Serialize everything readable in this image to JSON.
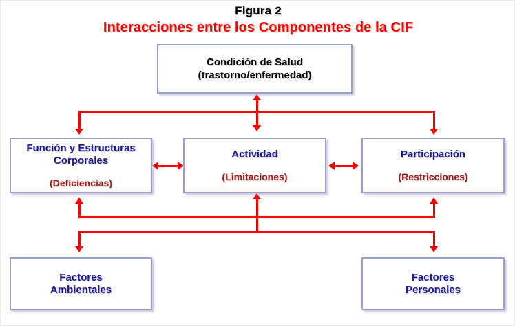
{
  "figure": {
    "label": "Figura 2",
    "title": "Interacciones entre los Componentes de la CIF"
  },
  "colors": {
    "title_red": "#ff0000",
    "box_border": "#9a9ccb",
    "node_navy": "#1b1b8f",
    "node_darkred": "#a11a1a",
    "connector_red": "#ff0000",
    "label_black": "#000000"
  },
  "nodes": {
    "health_condition": {
      "line1": "Condición de Salud",
      "line2": "(trastorno/enfermedad)"
    },
    "body_functions": {
      "line1": "Función y Estructuras",
      "line2": "Corporales",
      "line3": "(Deficiencias)"
    },
    "activity": {
      "line1": "Actividad",
      "line2": "(Limitaciones)"
    },
    "participation": {
      "line1": "Participación",
      "line2": "(Restricciones)"
    },
    "environmental_factors": {
      "line1": "Factores",
      "line2": "Ambientales"
    },
    "personal_factors": {
      "line1": "Factores",
      "line2": "Personales"
    }
  },
  "connectors": [
    {
      "name": "health-to-body-functions",
      "style": "elbow-down-left",
      "heads": "down"
    },
    {
      "name": "health-to-activity",
      "style": "vertical",
      "heads": "both"
    },
    {
      "name": "health-to-participation",
      "style": "elbow-down-right",
      "heads": "down"
    },
    {
      "name": "body-functions-to-activity",
      "style": "horizontal",
      "heads": "both"
    },
    {
      "name": "activity-to-participation",
      "style": "horizontal",
      "heads": "both"
    },
    {
      "name": "environmental-to-body-functions",
      "style": "elbow-up-left",
      "heads": "up"
    },
    {
      "name": "environmental-to-activity-bus",
      "style": "vertical",
      "heads": "up"
    },
    {
      "name": "participation-to-upper-bus",
      "style": "elbow-up-right",
      "heads": "up"
    },
    {
      "name": "lower-bus-to-environmental",
      "style": "elbow-down-left",
      "heads": "down"
    },
    {
      "name": "lower-bus-to-personal",
      "style": "elbow-down-right",
      "heads": "down"
    }
  ]
}
